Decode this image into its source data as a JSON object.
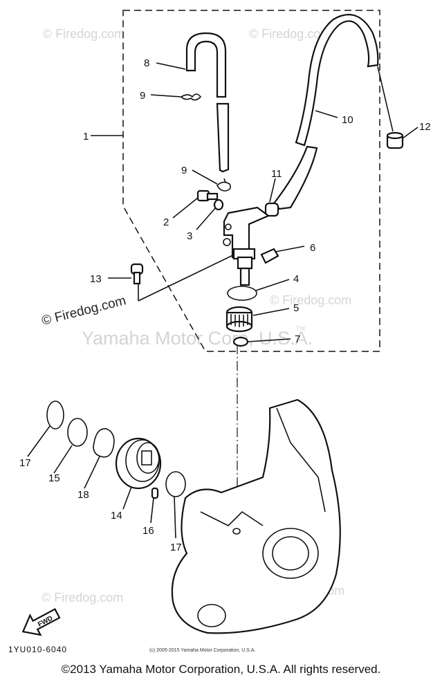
{
  "watermarks": {
    "center": "Yamaha Motor Corp, U.S.A.",
    "tm": "TM",
    "firedog_big": "© Firedog.com",
    "firedog_small": "© Firedog.com"
  },
  "callouts": {
    "c1": "1",
    "c2": "2",
    "c3": "3",
    "c4": "4",
    "c5": "5",
    "c6": "6",
    "c7": "7",
    "c8": "8",
    "c9a": "9",
    "c9b": "9",
    "c10": "10",
    "c11": "11",
    "c12": "12",
    "c13": "13",
    "c14": "14",
    "c15": "15",
    "c16": "16",
    "c17a": "17",
    "c17b": "17",
    "c18": "18"
  },
  "fwd_label": "FWD",
  "part_number": "1YU010-6040",
  "small_copyright": "(c) 2005-2015 Yamaha Motor Corporation, U.S.A.",
  "footer": "©2013 Yamaha Motor Corporation, U.S.A. All rights reserved."
}
